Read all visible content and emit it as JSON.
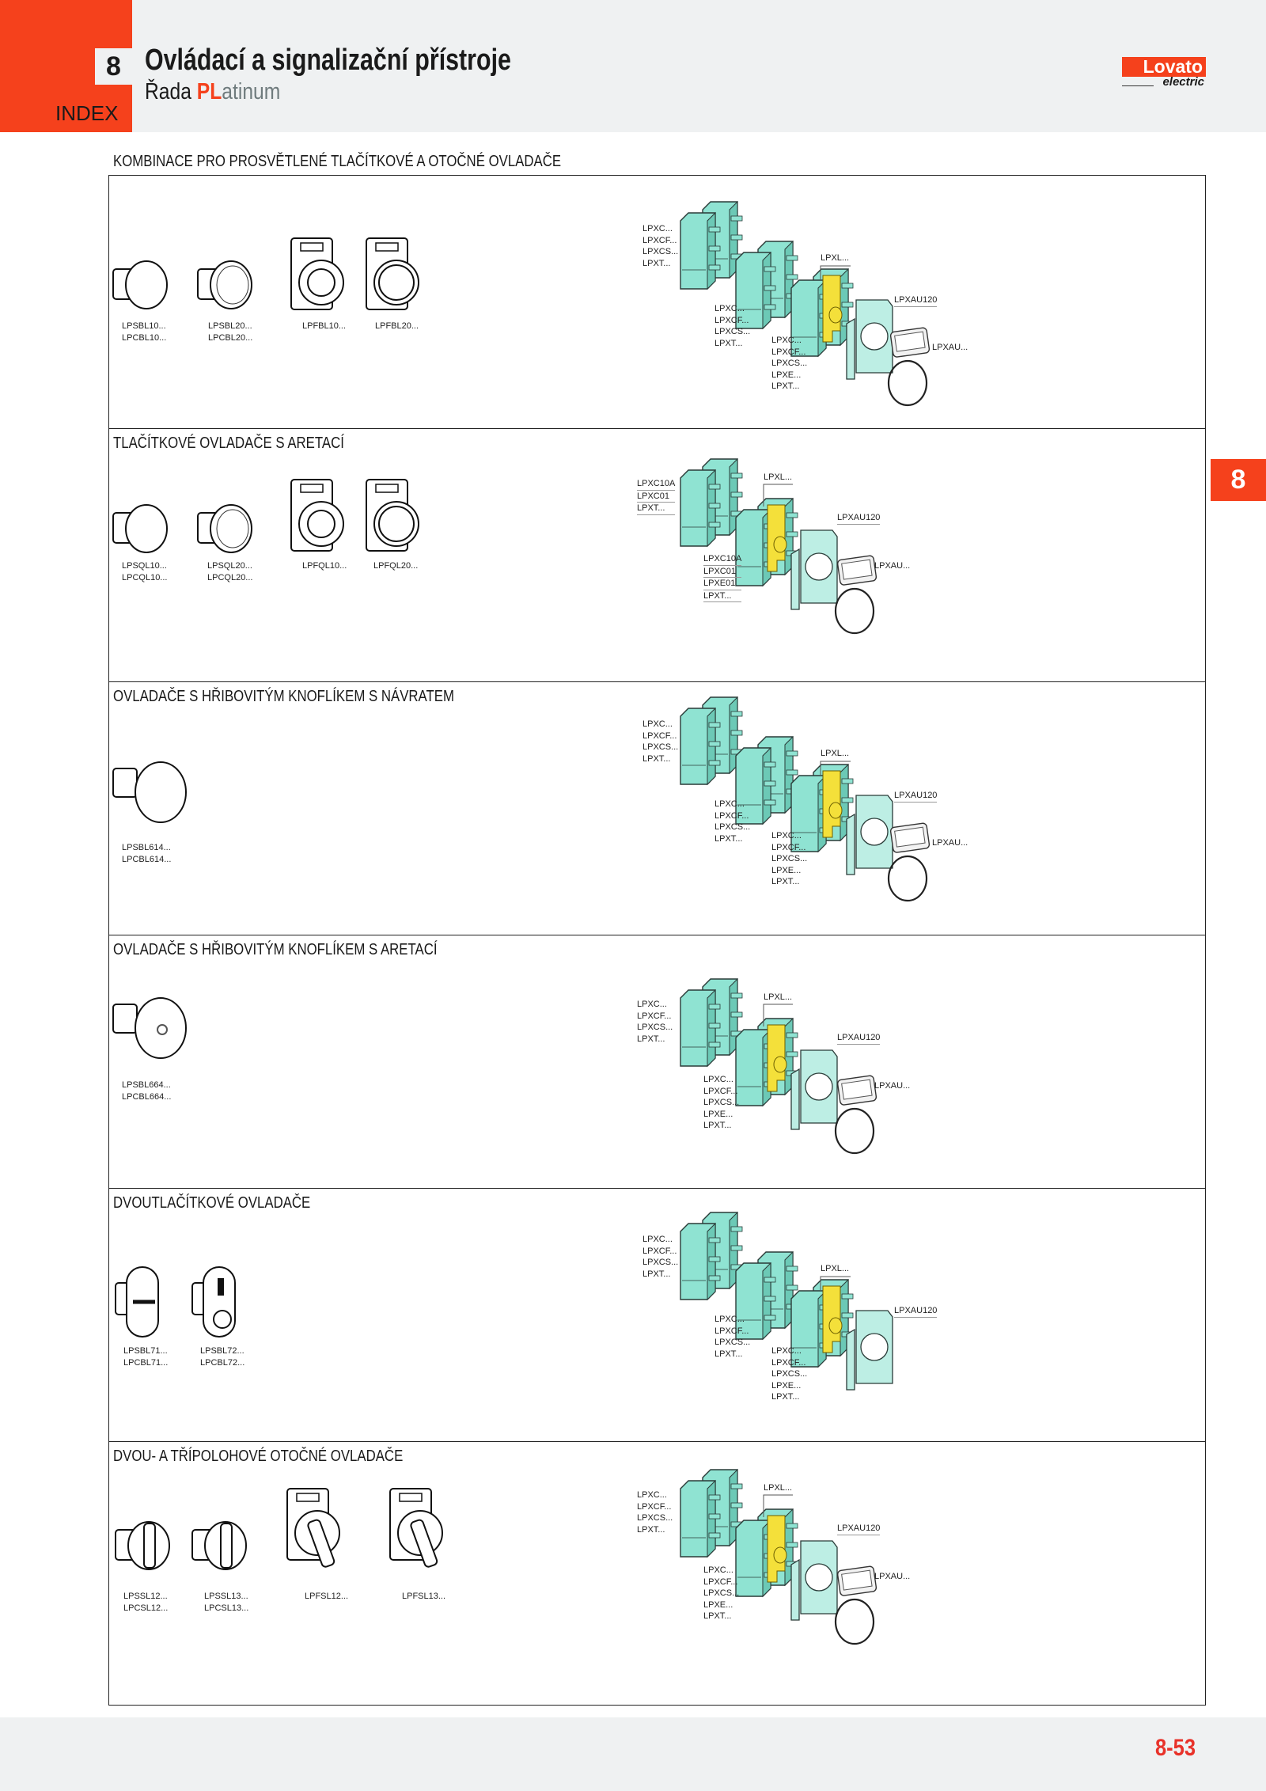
{
  "header": {
    "chapter": "8",
    "index_label": "INDEX",
    "title": "Ovládací a signalizační přístroje",
    "series_prefix": "Řada",
    "series_brand_pl": "PL",
    "series_brand_rest": "atinum",
    "logo_text": "Lovato",
    "logo_sub": "electric"
  },
  "side_tab": "8",
  "page_number": "8-53",
  "colors": {
    "accent": "#f5411c",
    "teal": "#8fe3d2",
    "yellow": "#f4e03a",
    "band": "#eff1f2"
  },
  "sections": [
    {
      "heading": "KOMBINACE PRO PROSVĚTLENÉ TLAČÍTKOVÉ A OTOČNÉ OVLADAČE",
      "products": [
        {
          "icon": "flush-pushbutton",
          "labels": [
            "LPSBL10...",
            "LPCBL10..."
          ]
        },
        {
          "icon": "projecting-pushbutton",
          "labels": [
            "LPSBL20...",
            "LPCBL20..."
          ]
        },
        {
          "icon": "front-flush-pushbutton",
          "labels": [
            "LPFBL10..."
          ]
        },
        {
          "icon": "front-projecting-pushbutton",
          "labels": [
            "LPFBL20..."
          ]
        }
      ],
      "diagram": {
        "group_a": [
          "LPXC...",
          "LPXCF...",
          "LPXCS...",
          "LPXT..."
        ],
        "group_b": [
          "LPXC...",
          "LPXCF...",
          "LPXCS...",
          "LPXT..."
        ],
        "group_c": [
          "LPXC...",
          "LPXCF...",
          "LPXCS...",
          "LPXE...",
          "LPXT..."
        ],
        "lamp": "LPXL...",
        "holder": "LPXAU120",
        "label_holder": "LPXAU..."
      }
    },
    {
      "heading": "TLAČÍTKOVÉ OVLADAČE S ARETACÍ",
      "products": [
        {
          "icon": "flush-pushbutton",
          "labels": [
            "LPSQL10...",
            "LPCQL10..."
          ]
        },
        {
          "icon": "projecting-pushbutton",
          "labels": [
            "LPSQL20...",
            "LPCQL20..."
          ]
        },
        {
          "icon": "front-flush-pushbutton",
          "labels": [
            "LPFQL10..."
          ]
        },
        {
          "icon": "front-projecting-pushbutton",
          "labels": [
            "LPFQL20..."
          ]
        }
      ],
      "diagram": {
        "group_a": [
          "LPXC10A",
          "LPXC01",
          "LPXT..."
        ],
        "group_b": [
          "LPXC10A",
          "LPXC01",
          "LPXE01",
          "LPXT..."
        ],
        "lamp": "LPXL...",
        "holder": "LPXAU120",
        "label_holder": "LPXAU..."
      }
    },
    {
      "heading": "OVLADAČE S HŘIBOVITÝM KNOFLÍKEM S NÁVRATEM",
      "products": [
        {
          "icon": "mushroom-pushbutton",
          "labels": [
            "LPSBL614...",
            "LPCBL614..."
          ]
        }
      ],
      "diagram": {
        "group_a": [
          "LPXC...",
          "LPXCF...",
          "LPXCS...",
          "LPXT..."
        ],
        "group_b": [
          "LPXC...",
          "LPXCF...",
          "LPXCS...",
          "LPXT..."
        ],
        "group_c": [
          "LPXC...",
          "LPXCF...",
          "LPXCS...",
          "LPXE...",
          "LPXT..."
        ],
        "lamp": "LPXL...",
        "holder": "LPXAU120",
        "label_holder": "LPXAU..."
      }
    },
    {
      "heading": "OVLADAČE S HŘIBOVITÝM KNOFLÍKEM S ARETACÍ",
      "products": [
        {
          "icon": "mushroom-latched-pushbutton",
          "labels": [
            "LPSBL664...",
            "LPCBL664..."
          ]
        }
      ],
      "diagram": {
        "group_a": [
          "LPXC...",
          "LPXCF...",
          "LPXCS...",
          "LPXT..."
        ],
        "group_b": [
          "LPXC...",
          "LPXCF...",
          "LPXCS...",
          "LPXE...",
          "LPXT..."
        ],
        "lamp": "LPXL...",
        "holder": "LPXAU120",
        "label_holder": "LPXAU..."
      }
    },
    {
      "heading": "DVOUTLAČÍTKOVÉ OVLADAČE",
      "products": [
        {
          "icon": "double-pushbutton",
          "labels": [
            "LPSBL71...",
            "LPCBL71..."
          ]
        },
        {
          "icon": "double-pushbutton-indicator",
          "labels": [
            "LPSBL72...",
            "LPCBL72..."
          ]
        }
      ],
      "diagram": {
        "group_a": [
          "LPXC...",
          "LPXCF...",
          "LPXCS...",
          "LPXT..."
        ],
        "group_b": [
          "LPXC...",
          "LPXCF...",
          "LPXCS...",
          "LPXT..."
        ],
        "group_c": [
          "LPXC...",
          "LPXCF...",
          "LPXCS...",
          "LPXE...",
          "LPXT..."
        ],
        "lamp": "LPXL...",
        "holder": "LPXAU120"
      }
    },
    {
      "heading": "DVOU- A TŘÍPOLOHOVÉ OTOČNÉ OVLADAČE",
      "products": [
        {
          "icon": "selector-switch",
          "labels": [
            "LPSSL12...",
            "LPCSL12..."
          ]
        },
        {
          "icon": "selector-switch",
          "labels": [
            "LPSSL13...",
            "LPCSL13..."
          ]
        },
        {
          "icon": "front-selector-switch",
          "labels": [
            "LPFSL12..."
          ]
        },
        {
          "icon": "front-selector-switch",
          "labels": [
            "LPFSL13..."
          ]
        }
      ],
      "diagram": {
        "group_a": [
          "LPXC...",
          "LPXCF...",
          "LPXCS...",
          "LPXT..."
        ],
        "group_b": [
          "LPXC...",
          "LPXCF...",
          "LPXCS...",
          "LPXE...",
          "LPXT..."
        ],
        "lamp": "LPXL...",
        "holder": "LPXAU120",
        "label_holder": "LPXAU..."
      }
    }
  ]
}
